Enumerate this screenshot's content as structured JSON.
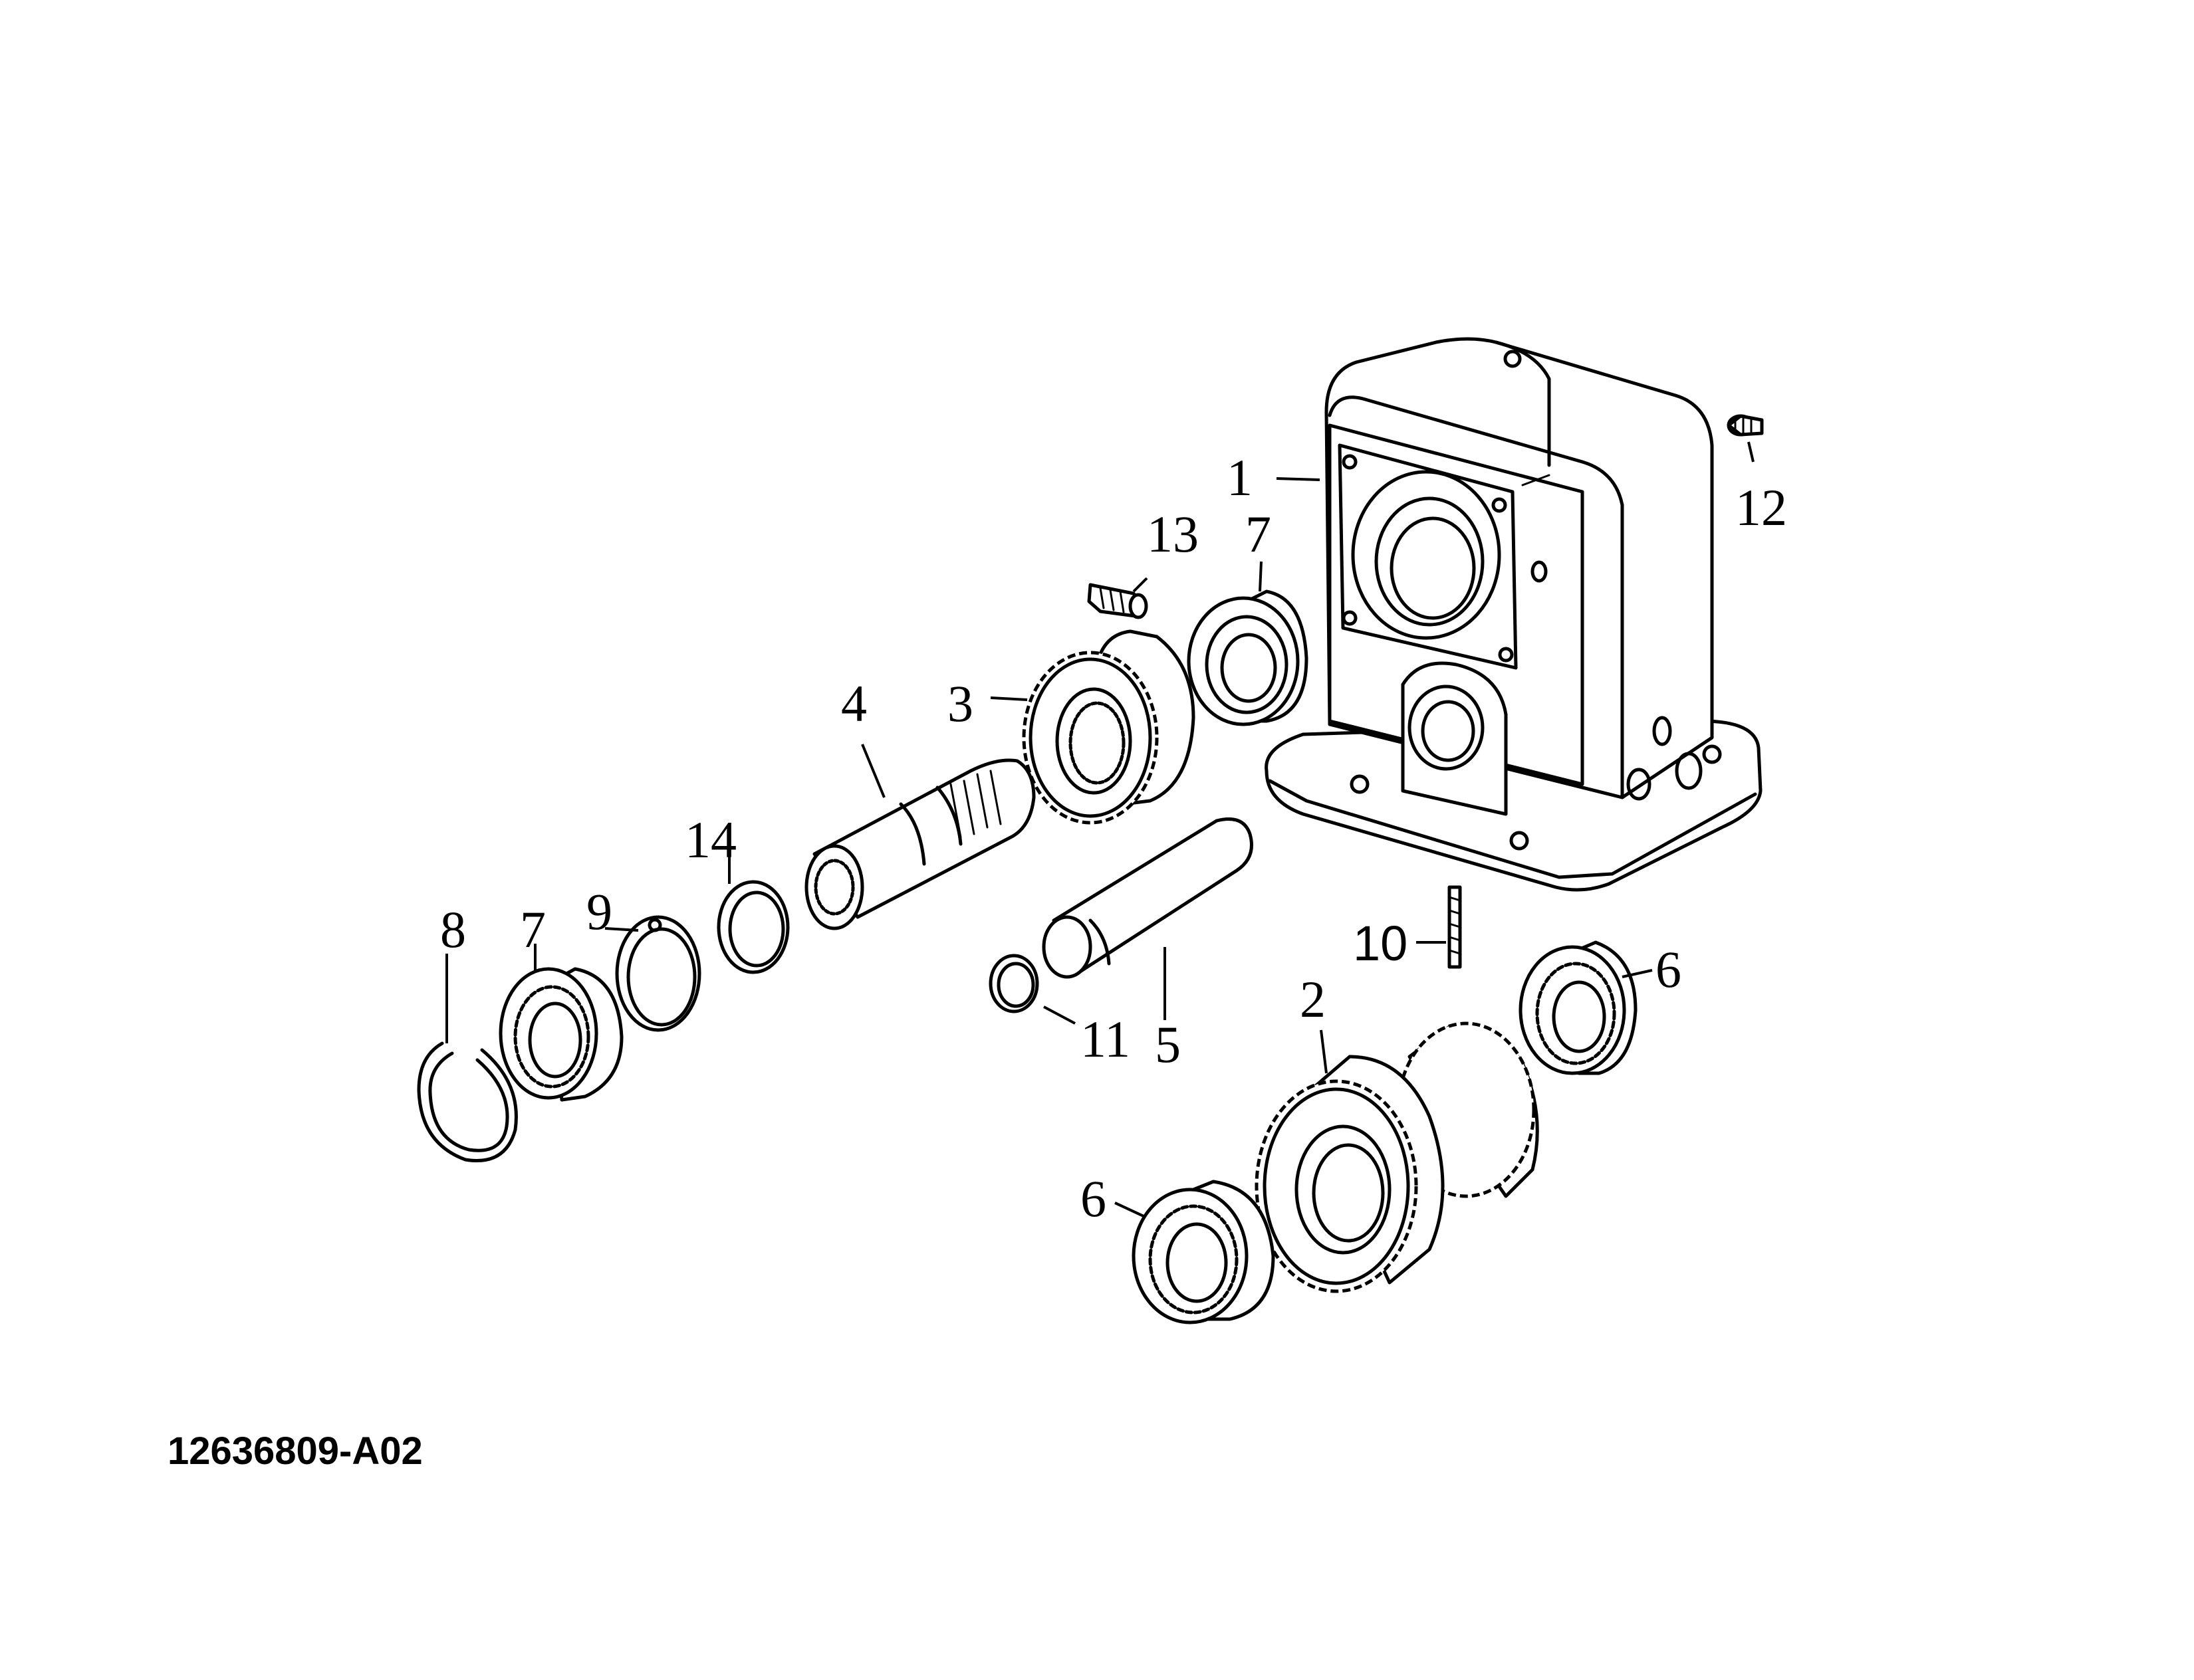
{
  "drawing": {
    "reference_code": "12636809-A02",
    "callouts": {
      "housing": "1",
      "cluster_gear": "2",
      "spur_gear": "3",
      "input_shaft": "4",
      "pin_shaft": "5",
      "bearing_lower": "6",
      "bearing_right": "6",
      "bearing_upper": "7",
      "bearing_left": "7",
      "retaining_ring": "8",
      "snap_ring": "9",
      "stud": "10",
      "o_ring": "11",
      "plug_right": "12",
      "plug_left": "13",
      "shim_ring": "14"
    }
  }
}
